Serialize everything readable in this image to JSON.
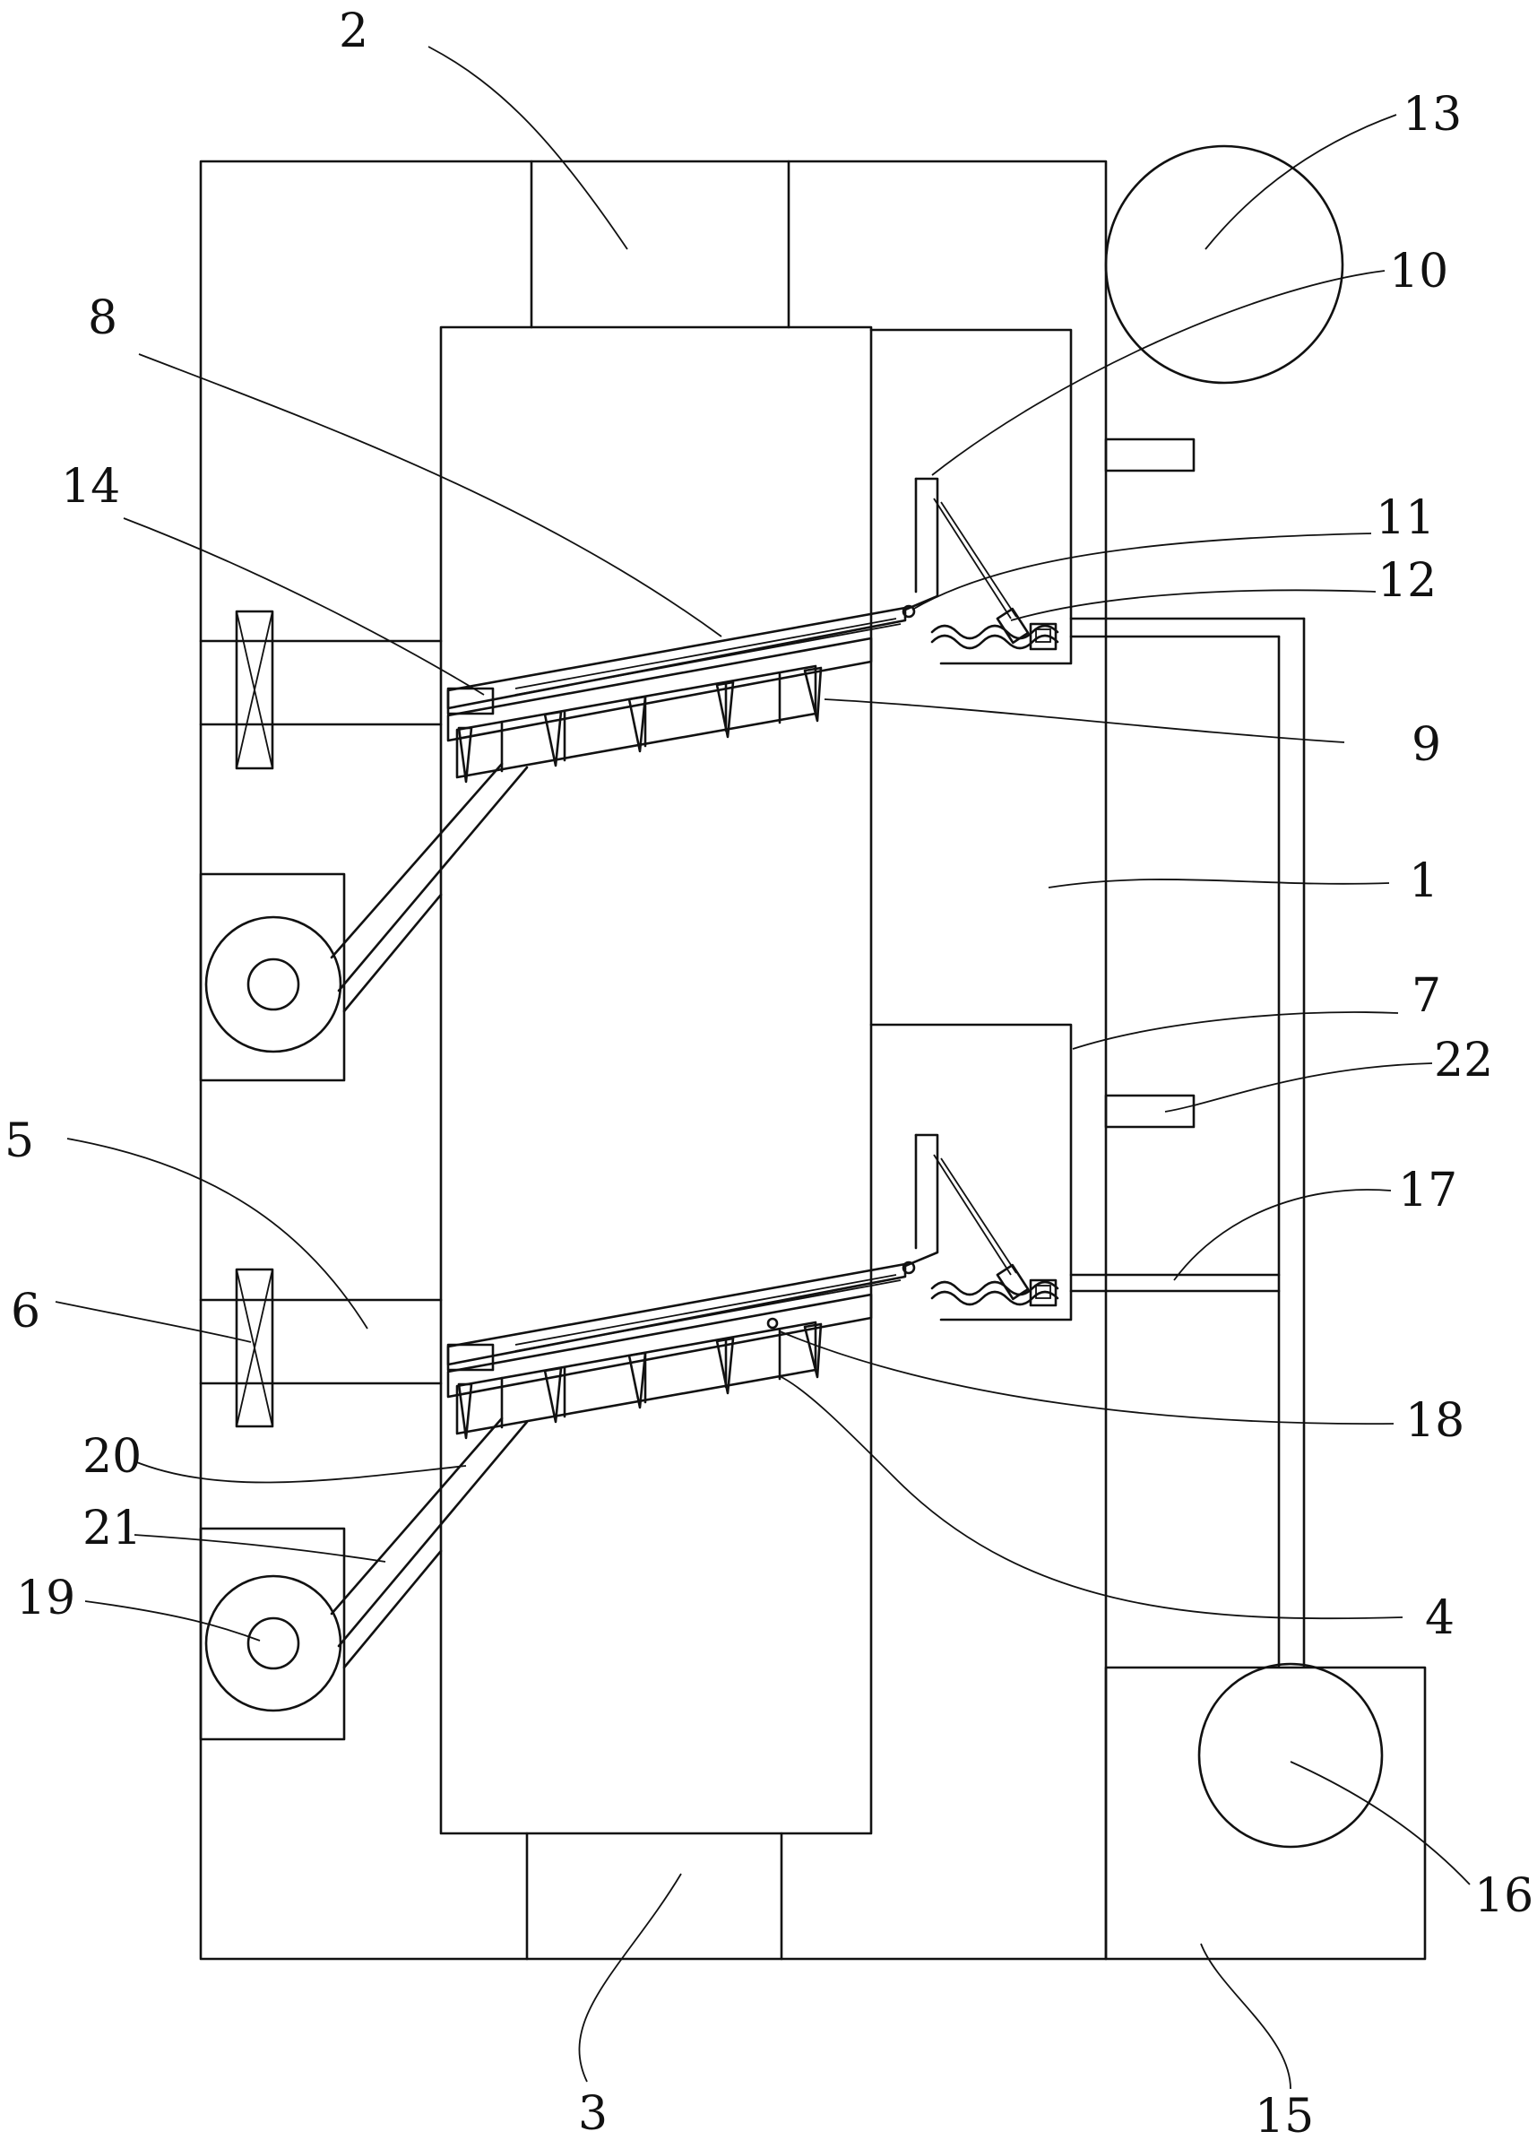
{
  "labels": {
    "n1": "1",
    "n2": "2",
    "n3": "3",
    "n4": "4",
    "n5": "5",
    "n6": "6",
    "n7": "7",
    "n8": "8",
    "n9": "9",
    "n10": "10",
    "n11": "11",
    "n12": "12",
    "n13": "13",
    "n14": "14",
    "n15": "15",
    "n16": "16",
    "n17": "17",
    "n18": "18",
    "n19": "19",
    "n20": "20",
    "n21": "21",
    "n22": "22"
  },
  "colors": {
    "line": "#111111",
    "background": "#ffffff"
  }
}
